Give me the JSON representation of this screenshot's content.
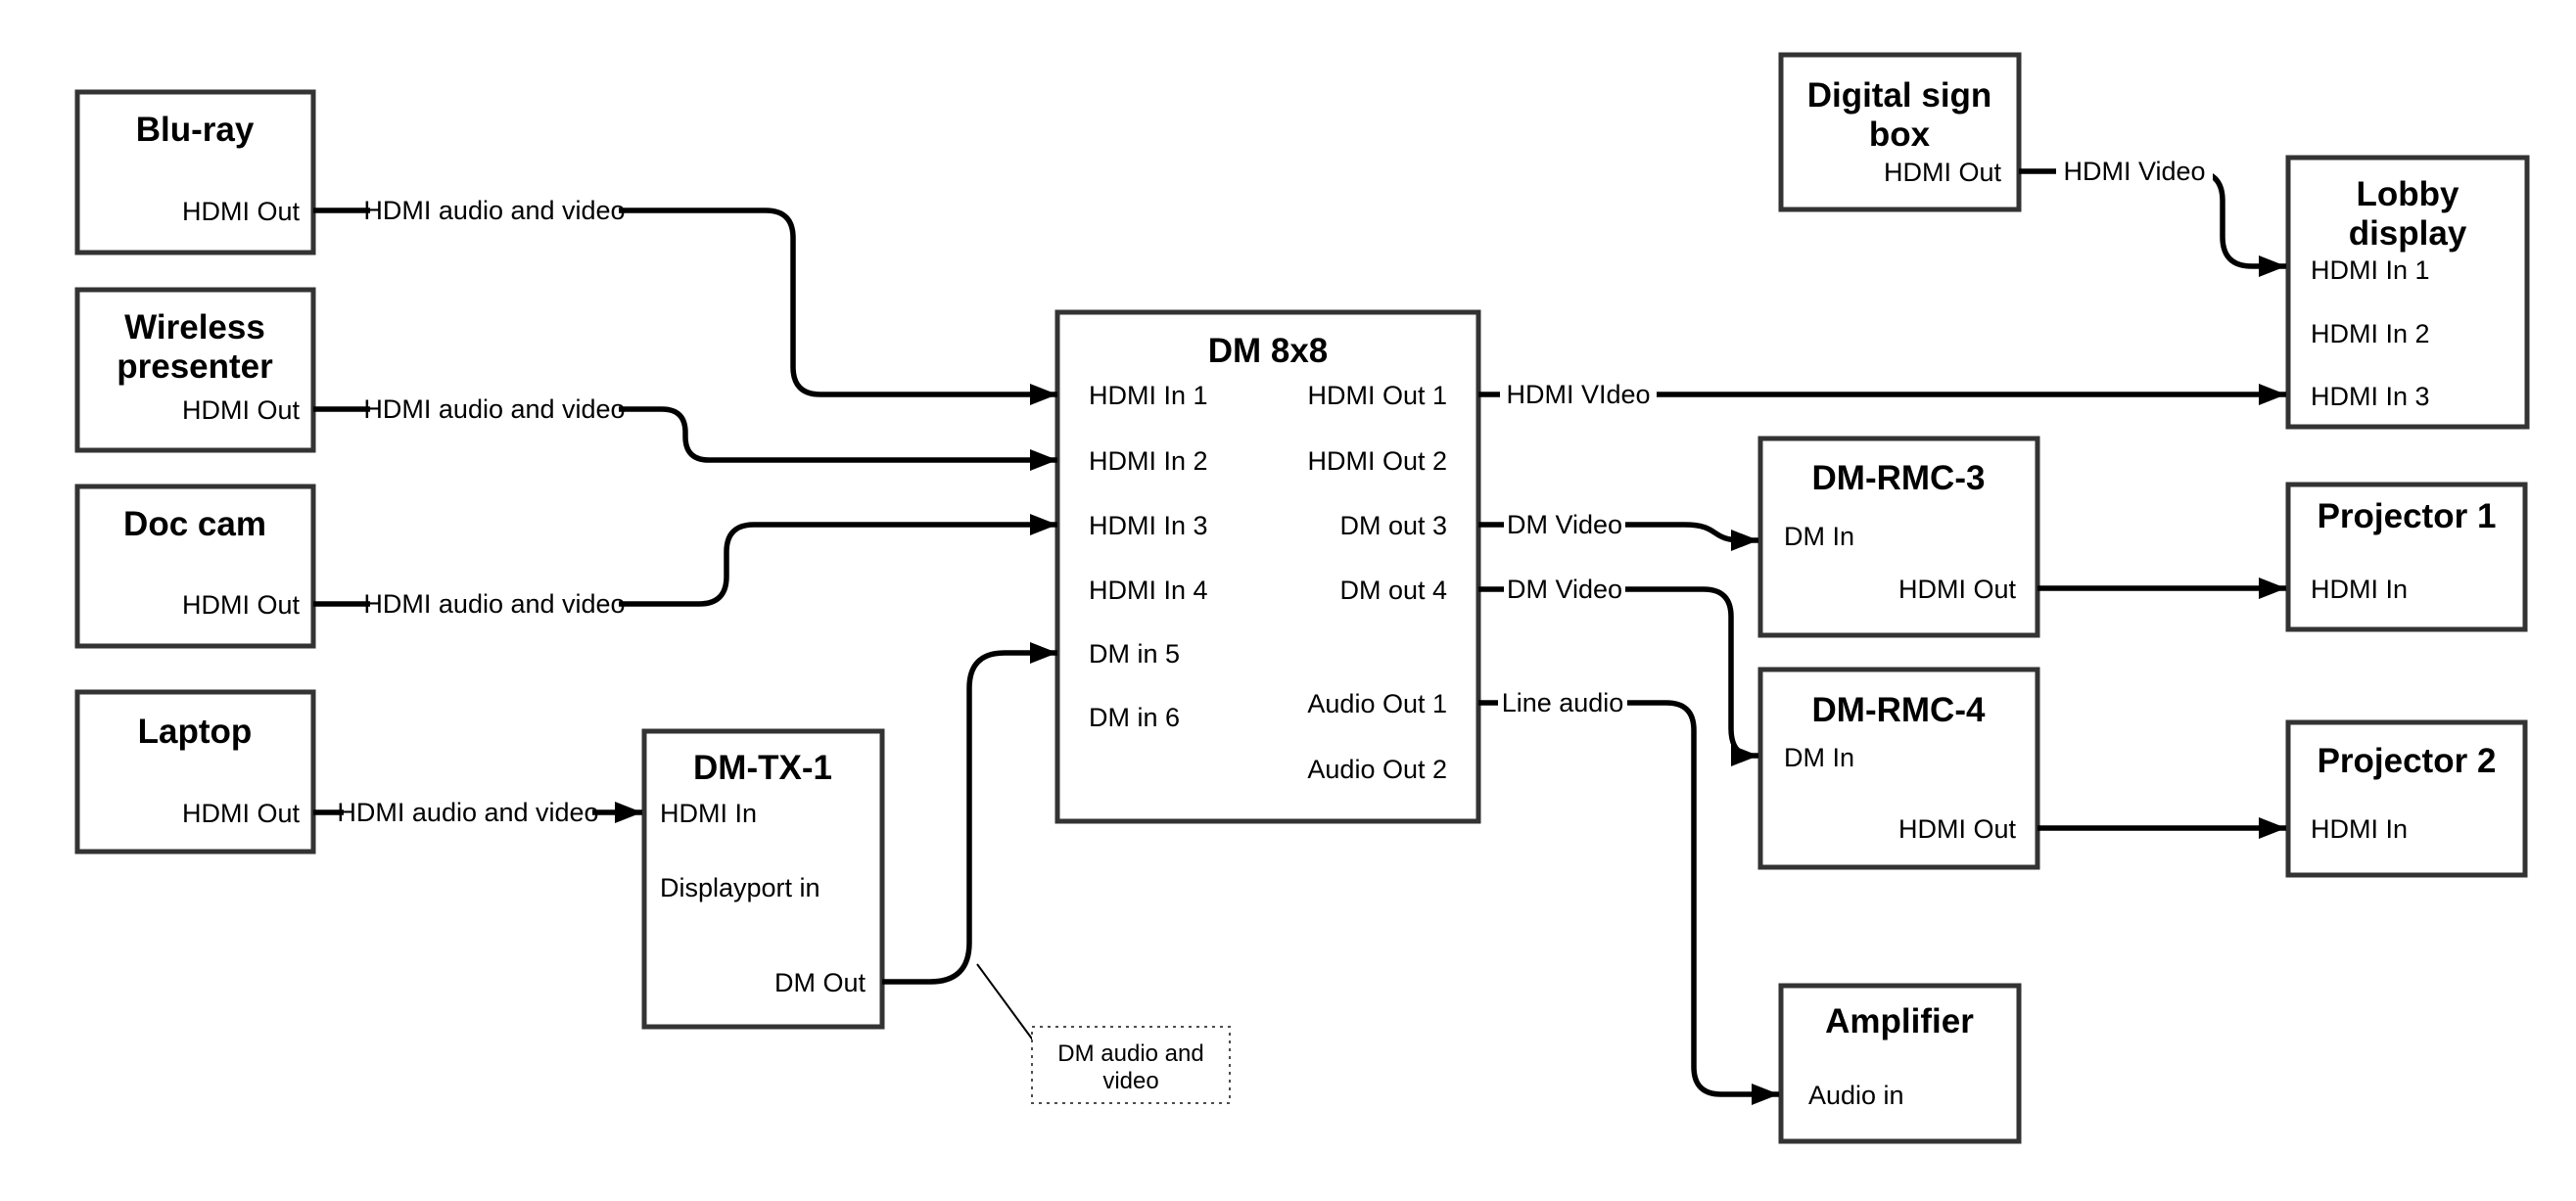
{
  "colors": {
    "connector": "#000000",
    "box_border": "#333333",
    "box_fill": "#ffffff",
    "text": "#000000",
    "background": "#ffffff"
  },
  "nodes": {
    "bluray": {
      "title": "Blu-ray",
      "port_out": "HDMI Out"
    },
    "wireless_presenter": {
      "title_line1": "Wireless",
      "title_line2": "presenter",
      "port_out": "HDMI Out"
    },
    "doc_cam": {
      "title": "Doc cam",
      "port_out": "HDMI Out"
    },
    "laptop": {
      "title": "Laptop",
      "port_out": "HDMI Out"
    },
    "dm_tx_1": {
      "title": "DM-TX-1",
      "port_hdmi_in": "HDMI In",
      "port_displayport_in": "Displayport in",
      "port_dm_out": "DM Out"
    },
    "dm_8x8": {
      "title": "DM 8x8",
      "in_ports": [
        "HDMI In 1",
        "HDMI In 2",
        "HDMI In 3",
        "HDMI In 4",
        "DM in 5",
        "DM in 6"
      ],
      "out_ports": [
        "HDMI Out 1",
        "HDMI Out 2",
        "DM out 3",
        "DM out 4",
        "Audio Out 1",
        "Audio Out 2"
      ]
    },
    "digital_sign_box": {
      "title_line1": "Digital sign",
      "title_line2": "box",
      "port_out": "HDMI Out"
    },
    "lobby_display": {
      "title_line1": "Lobby",
      "title_line2": "display",
      "in_ports": [
        "HDMI In 1",
        "HDMI In 2",
        "HDMI In 3"
      ]
    },
    "dm_rmc_3": {
      "title": "DM-RMC-3",
      "port_dm_in": "DM In",
      "port_hdmi_out": "HDMI Out"
    },
    "projector_1": {
      "title": "Projector 1",
      "port_hdmi_in": "HDMI In"
    },
    "dm_rmc_4": {
      "title": "DM-RMC-4",
      "port_dm_in": "DM In",
      "port_hdmi_out": "HDMI Out"
    },
    "projector_2": {
      "title": "Projector 2",
      "port_hdmi_in": "HDMI In"
    },
    "amplifier": {
      "title": "Amplifier",
      "port_audio_in": "Audio in"
    }
  },
  "edge_labels": {
    "bluray_to_dm8x8": "HDMI audio and video",
    "wireless_to_dm8x8": "HDMI audio and video",
    "doccam_to_dm8x8": "HDMI audio and video",
    "laptop_to_dmtx1": "HDMI audio and video",
    "hdmiout1_to_lobby": "HDMI VIdeo",
    "digitalsign_to_lobby": "HDMI Video",
    "dmout3_to_rmc3": "DM Video",
    "dmout4_to_rmc4": "DM Video",
    "audioout1_to_amplifier": "Line audio"
  },
  "note": {
    "line1": "DM audio and",
    "line2": "video"
  }
}
